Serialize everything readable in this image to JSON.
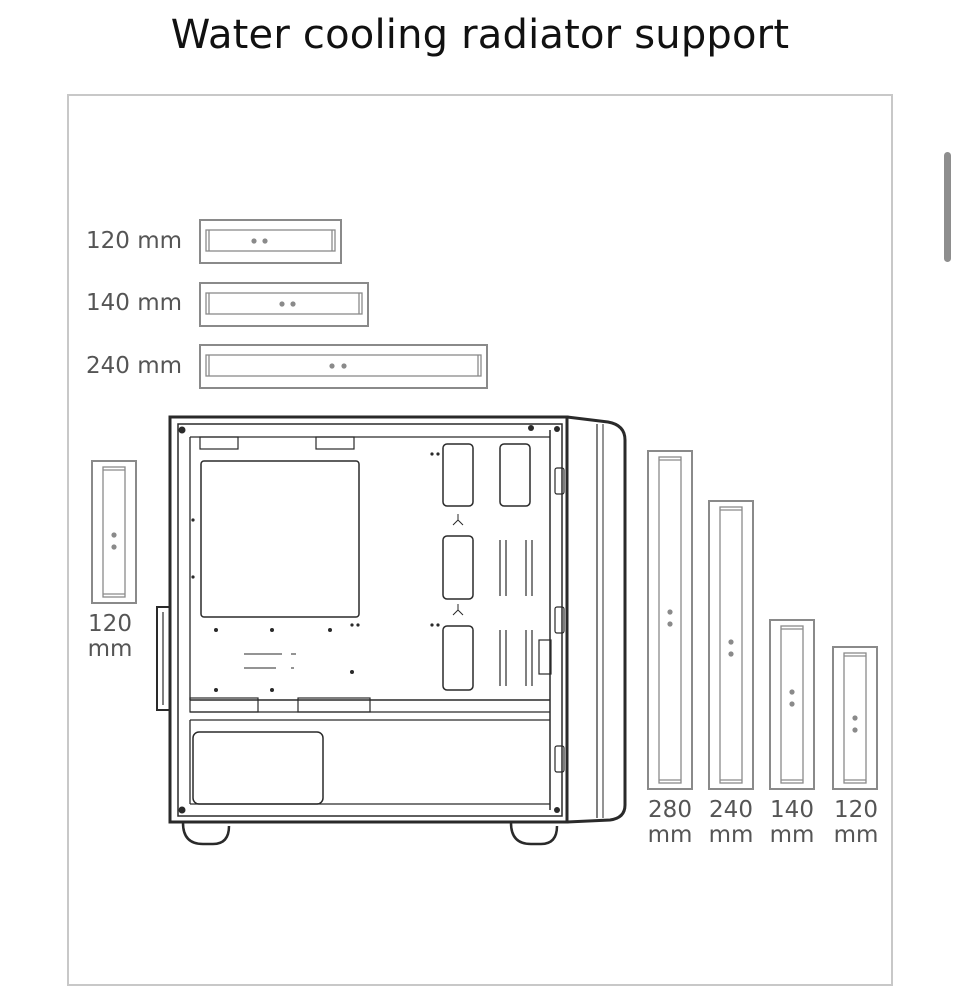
{
  "title": "Water cooling radiator support",
  "top_supports": [
    {
      "label": "120 mm"
    },
    {
      "label": "140 mm"
    },
    {
      "label": "240 mm"
    }
  ],
  "rear_support": {
    "line1": "120",
    "line2": "mm"
  },
  "front_supports": [
    {
      "line1": "280",
      "line2": "mm"
    },
    {
      "line1": "240",
      "line2": "mm"
    },
    {
      "line1": "140",
      "line2": "mm"
    },
    {
      "line1": "120",
      "line2": "mm"
    }
  ],
  "colors": {
    "stroke": "#2a2a2a",
    "radiator": "#8a8a8a",
    "label": "#555555"
  }
}
